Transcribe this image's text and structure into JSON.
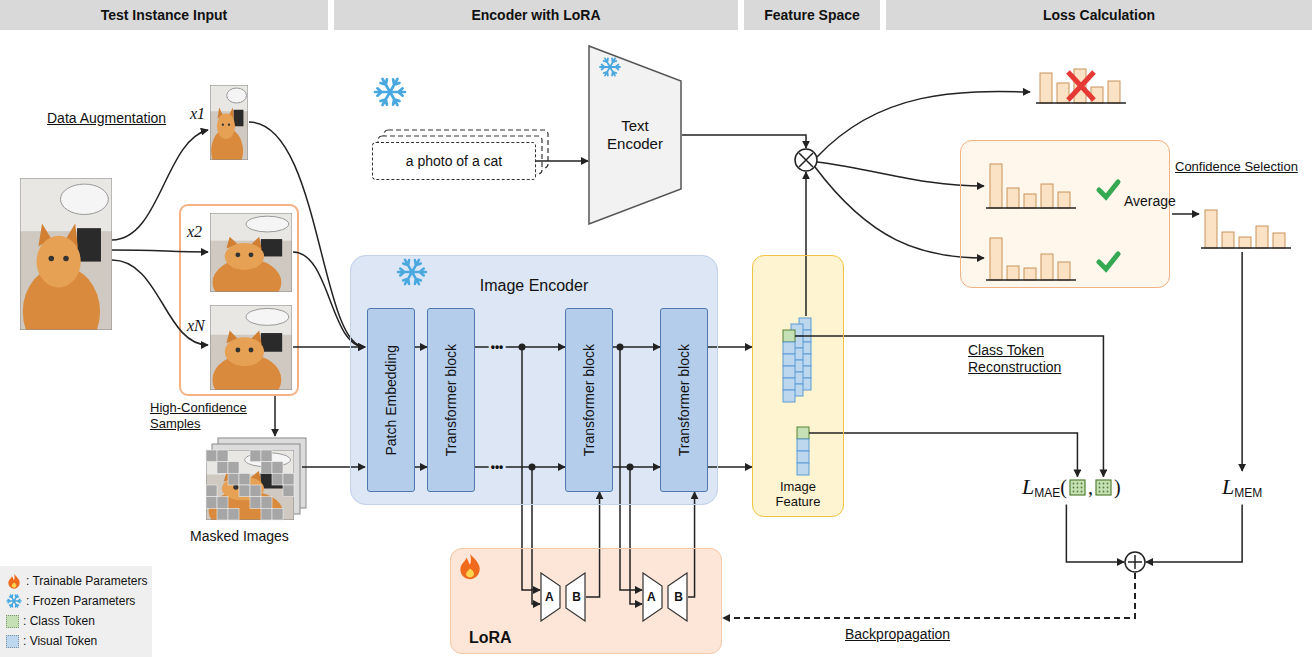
{
  "diagram": {
    "nodes": [
      {
        "text": [
          "Test Instance Input"
        ]
      },
      {
        "text": [
          "Encoder with LoRA"
        ]
      },
      {
        "text": [
          "Feature Space"
        ]
      },
      {
        "text": [
          "Loss Calculation"
        ]
      },
      {
        "text": [
          "a photo of a cat"
        ]
      },
      {
        "text": [
          "Text Encoder"
        ]
      },
      {
        "text": [
          "Image Encoder"
        ]
      },
      {
        "text": [
          "Patch Embedding"
        ],
        "in": 6
      },
      {
        "text": [
          "Transformer block"
        ],
        "in": 6
      },
      {
        "text": [
          "Transformer block"
        ],
        "in": 6
      },
      {
        "text": [
          "Transformer block"
        ],
        "in": 6
      },
      {
        "text": [
          "Image Feature"
        ]
      },
      {
        "text": [
          "Confidence Selection"
        ]
      },
      {
        "text": [
          "LoRA"
        ]
      },
      {
        "text": [
          "A",
          "B"
        ],
        "in": 13
      },
      {
        "text": [
          "A",
          "B"
        ],
        "in": 13
      }
    ],
    "edges": [
      {
        "from": 4,
        "to": 5,
        "arrow": "to"
      },
      {
        "from": 7,
        "to": 8,
        "arrow": "to"
      },
      {
        "from": 8,
        "to": 9,
        "label": "•••",
        "arrow": "to"
      },
      {
        "from": 9,
        "to": 10,
        "arrow": "to"
      },
      {
        "from": 14,
        "to": 9,
        "arrow": "to"
      },
      {
        "from": 15,
        "to": 10,
        "arrow": "to"
      },
      {
        "from": 10,
        "to": 11,
        "arrow": "to"
      }
    ],
    "labels": [
      "Data Augmentation",
      "x1",
      "x2",
      "xN",
      "High-Confidence Samples",
      "Masked Images",
      "•••",
      "Class Token Reconstruction",
      "Average",
      "L",
      "MAE",
      "(",
      ",",
      ")",
      "L",
      "MEM",
      "Backpropagation"
    ],
    "legend": [
      {
        "text": ": Trainable Parameters"
      },
      {
        "text": ": Frozen Parameters"
      },
      {
        "text": ": Class Token",
        "color": "#c5e0b4"
      },
      {
        "text": ": Visual Token",
        "color": "#bdd7ee"
      }
    ]
  }
}
